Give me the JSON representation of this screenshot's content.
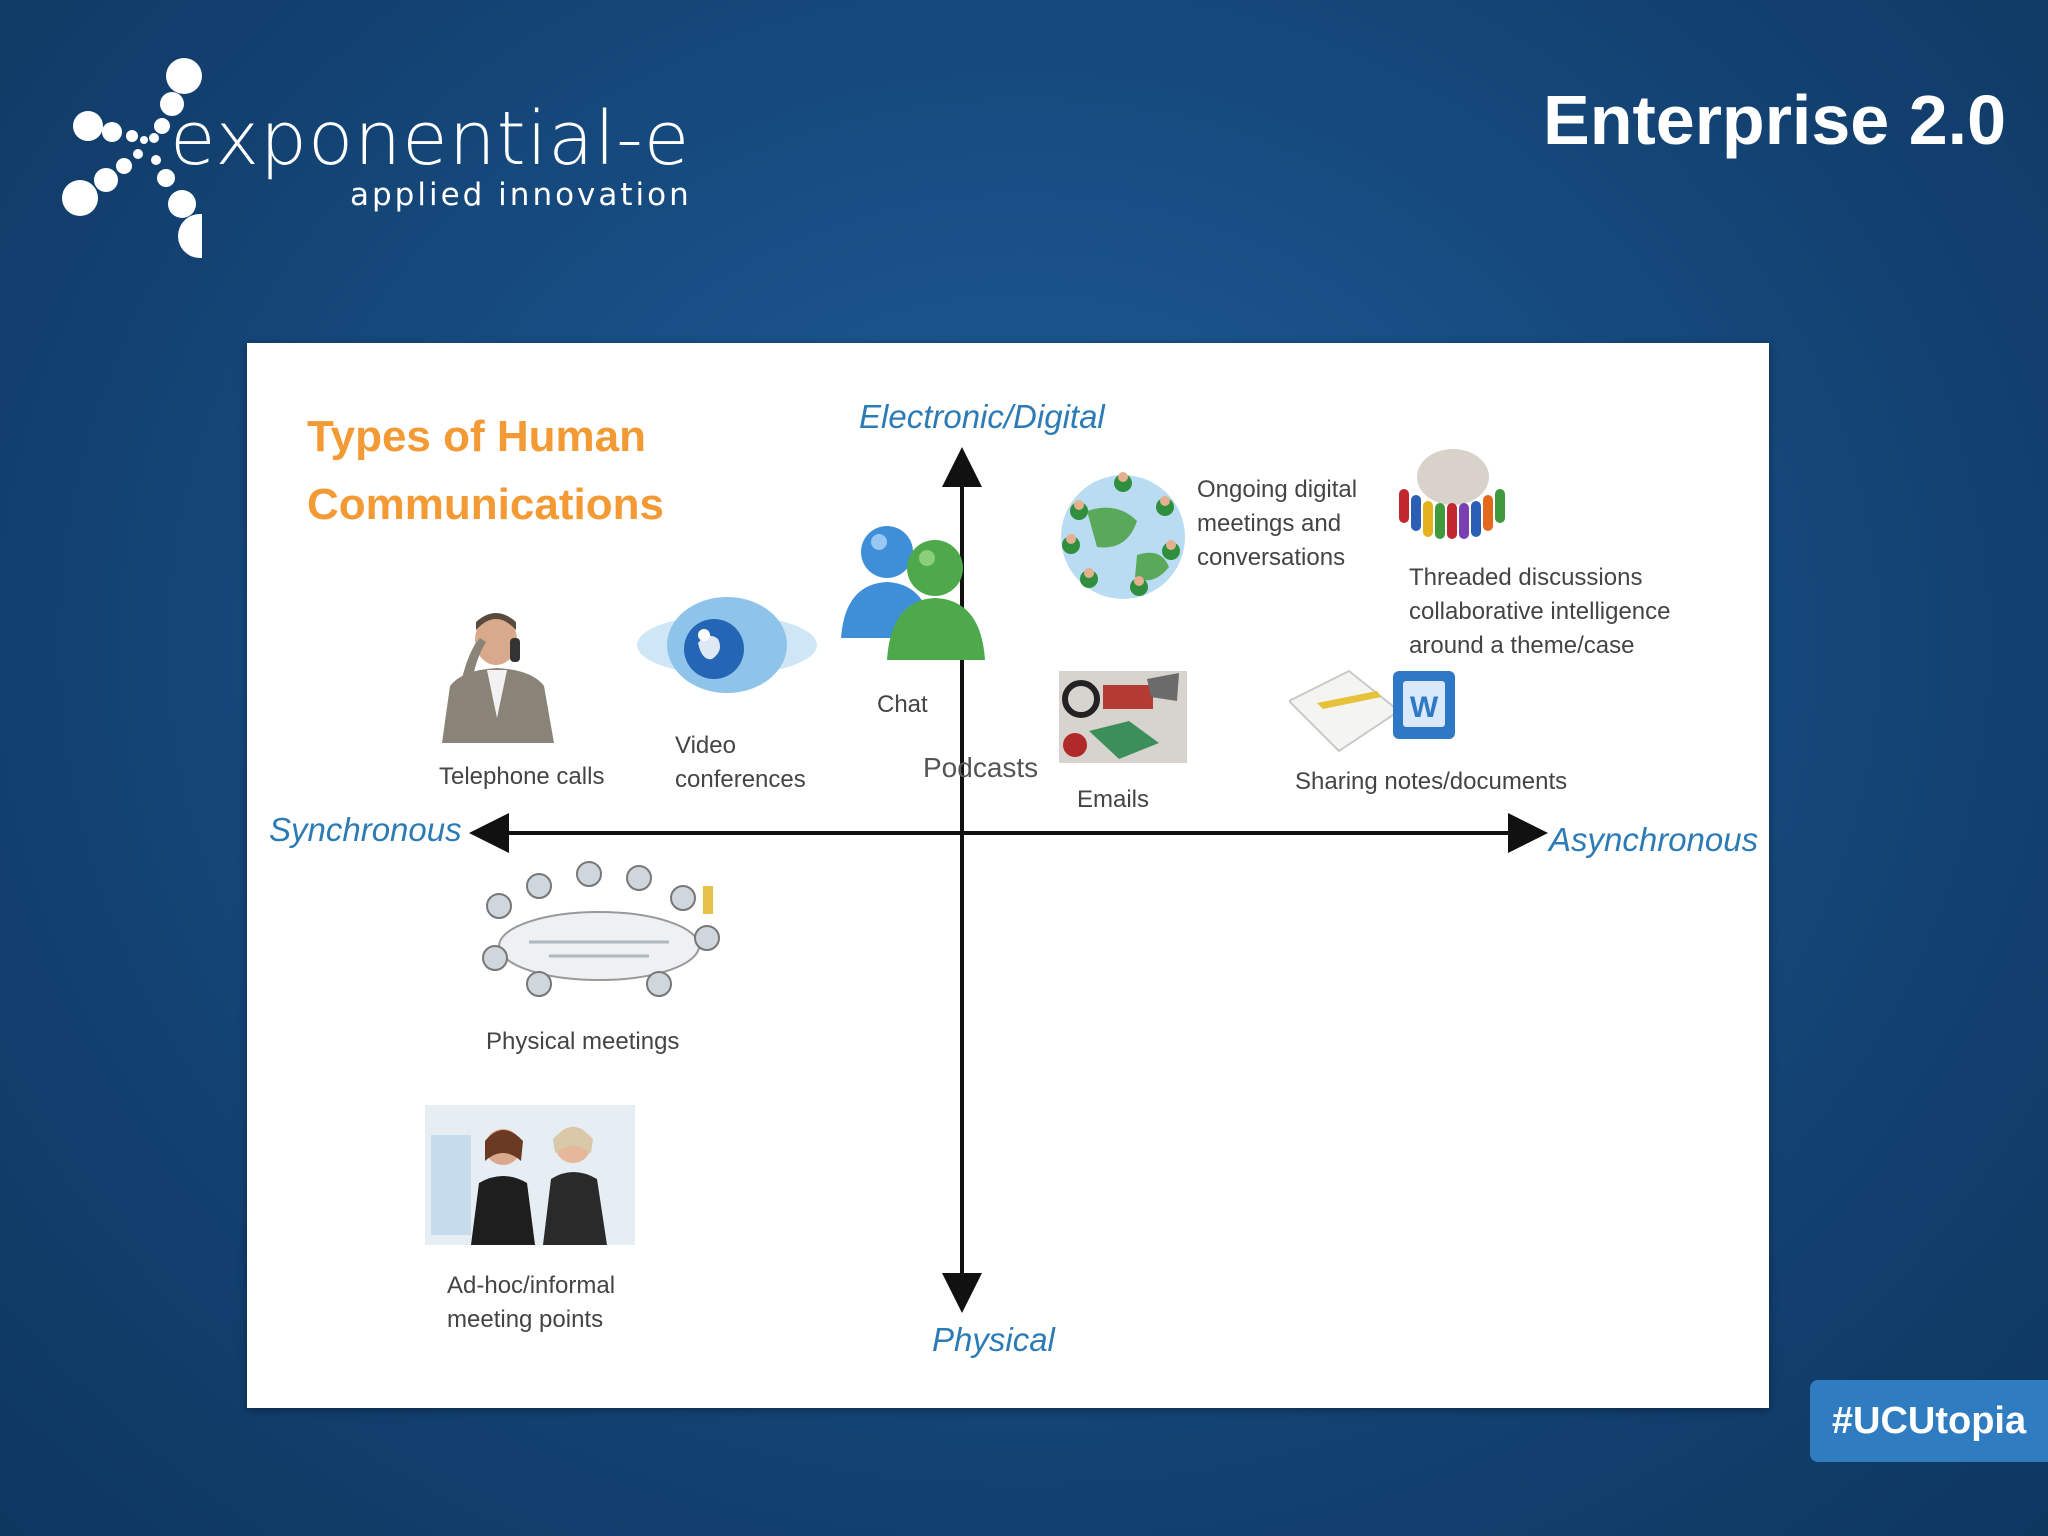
{
  "header": {
    "logo_name": "exponential-e",
    "logo_tagline": "applied innovation",
    "title": "Enterprise 2.0"
  },
  "diagram": {
    "title": "Types of Human\nCommunications",
    "axes": {
      "top": "Electronic/Digital",
      "bottom": "Physical",
      "left": "Synchronous",
      "right": "Asynchronous"
    },
    "items": [
      {
        "label": "Telephone calls",
        "icon": "person-on-phone-icon"
      },
      {
        "label": "Video\nconferences",
        "icon": "globe-eye-icon"
      },
      {
        "label": "Chat",
        "icon": "messenger-people-icon"
      },
      {
        "label": "Podcasts",
        "icon": "podcast-icon"
      },
      {
        "label": "Emails",
        "icon": "email-collage-icon"
      },
      {
        "label": "Ongoing digital\nmeetings and\nconversations",
        "icon": "people-globe-icon"
      },
      {
        "label": "Threaded discussions\ncollaborative intelligence\naround a theme/case",
        "icon": "figures-around-globe-icon"
      },
      {
        "label": "Sharing notes/documents",
        "icon": "notebook-document-icon"
      },
      {
        "label": "Physical meetings",
        "icon": "meeting-sketch-icon"
      },
      {
        "label": "Ad-hoc/informal\nmeeting points",
        "icon": "two-women-talking-icon"
      }
    ]
  },
  "hashtag": "#UCUtopia",
  "colors": {
    "background": "#184f86",
    "title_orange": "#f39a34",
    "axis_blue": "#2d7bb5",
    "tag_blue": "#2f7cc1"
  }
}
